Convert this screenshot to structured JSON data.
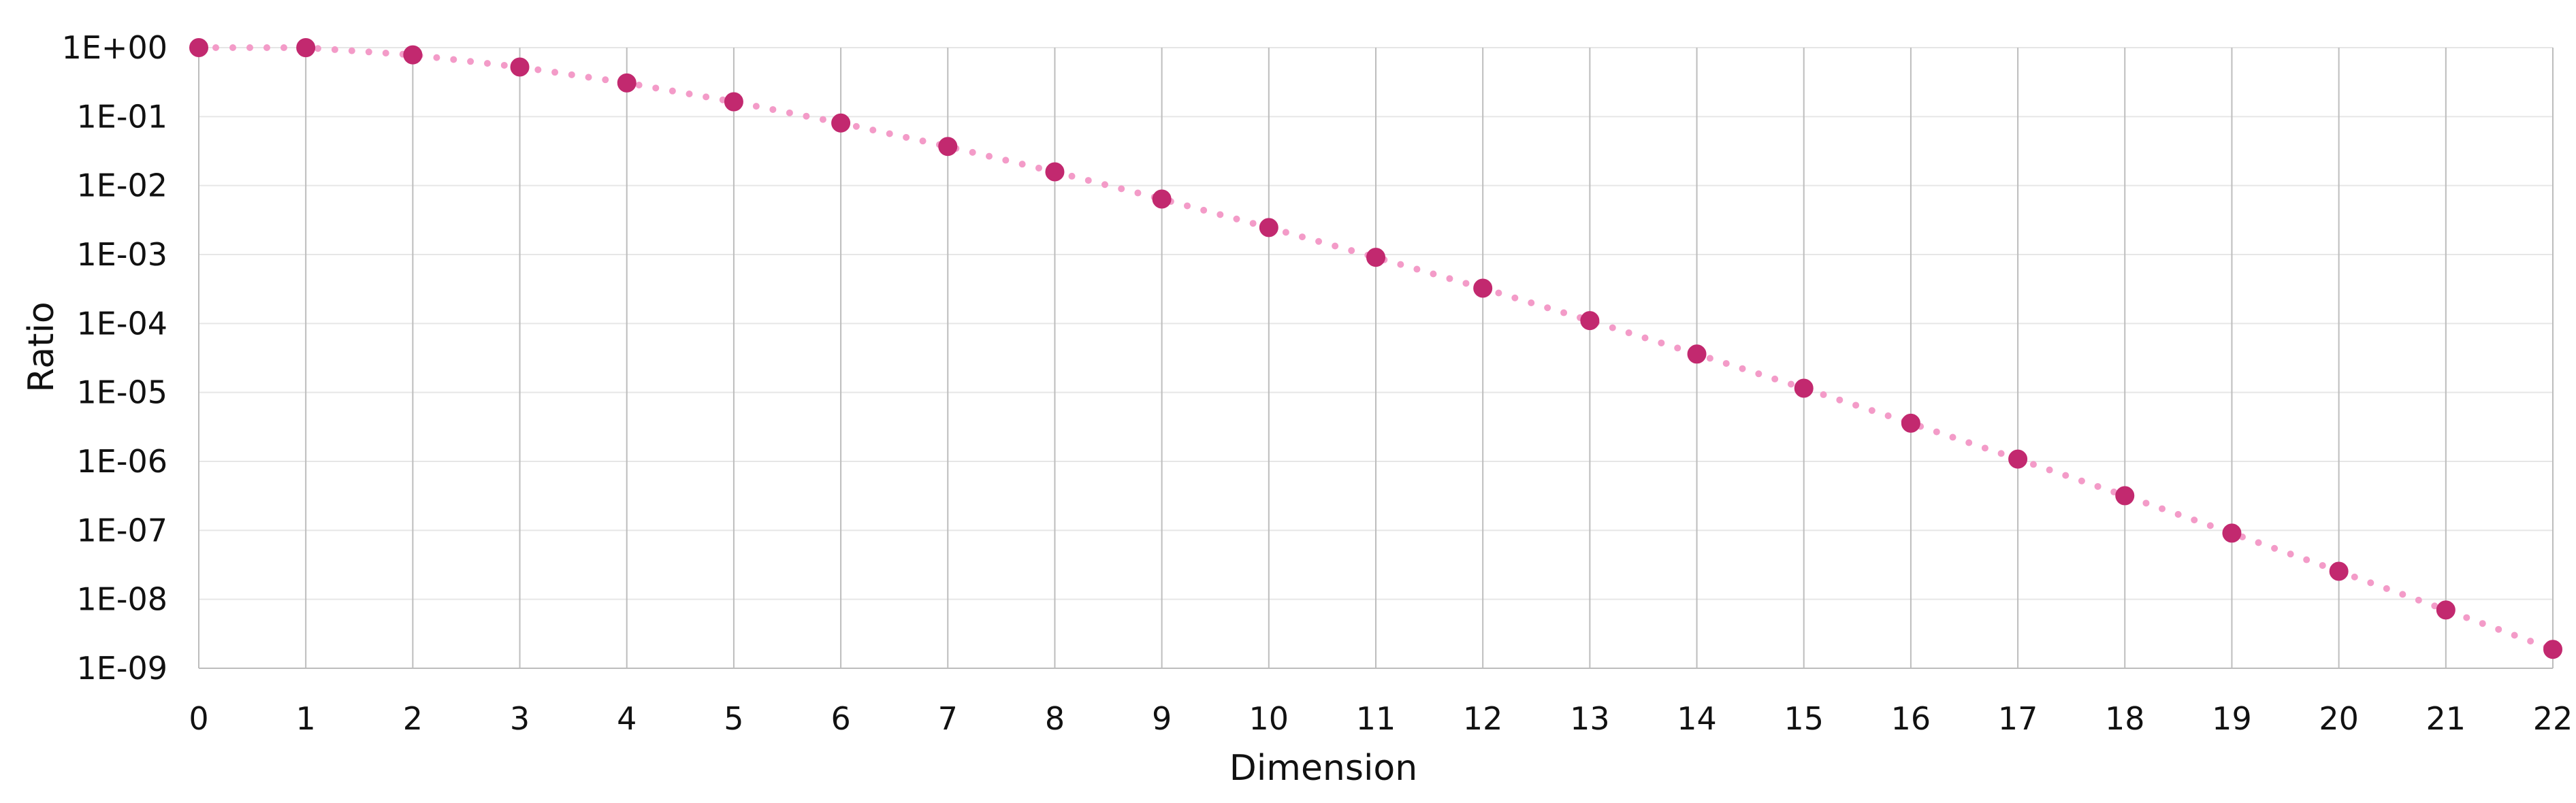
{
  "chart_data": {
    "type": "line",
    "title": "",
    "xlabel": "Dimension",
    "ylabel": "Ratio",
    "yscale": "log",
    "ylim": [
      1e-09,
      1
    ],
    "xlim": [
      0,
      22
    ],
    "grid": {
      "vertical": true,
      "horizontal": true
    },
    "legend": "none",
    "line_style": "dotted",
    "colors": {
      "marker": "#C2296F",
      "line": "#F39BC8",
      "grid_vertical": "#BDBDBD",
      "grid_horizontal": "#E6E6E6"
    },
    "x_ticks": [
      "0",
      "1",
      "2",
      "3",
      "4",
      "5",
      "6",
      "7",
      "8",
      "9",
      "10",
      "11",
      "12",
      "13",
      "14",
      "15",
      "16",
      "17",
      "18",
      "19",
      "20",
      "21",
      "22"
    ],
    "y_ticks": [
      "1E+00",
      "1E-01",
      "1E-02",
      "1E-03",
      "1E-04",
      "1E-05",
      "1E-06",
      "1E-07",
      "1E-08",
      "1E-09"
    ],
    "series": [
      {
        "x": [
          0,
          1,
          2,
          3,
          4,
          5,
          6,
          7,
          8,
          9,
          10,
          11,
          12,
          13,
          14,
          15,
          16,
          17,
          18,
          19,
          20,
          21,
          22
        ],
        "values": [
          1.0,
          0.999,
          0.785,
          0.523,
          0.308,
          0.164,
          0.0807,
          0.0369,
          0.0158,
          0.00637,
          0.00246,
          0.00091,
          0.000325,
          0.00011,
          3.6e-05,
          1.15e-05,
          3.58e-06,
          1.08e-06,
          3.18e-07,
          9.11e-08,
          2.55e-08,
          7e-09,
          1.88e-09
        ]
      }
    ]
  }
}
